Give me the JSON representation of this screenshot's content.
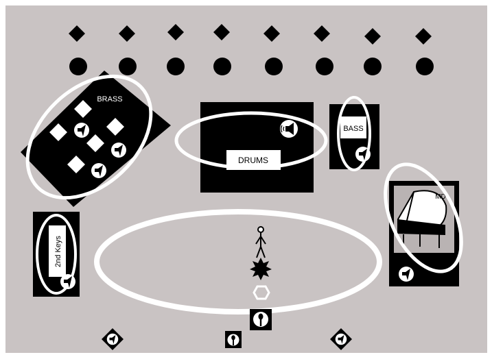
{
  "labels": {
    "brass": "BRASS",
    "drums": "DRUMS",
    "bass": "BASS",
    "md": "MD",
    "second_keys": "2nd Keys"
  },
  "colors": {
    "background": "#c9c3c3",
    "riser": "#000000",
    "outline": "#ffffff"
  },
  "icons": {
    "lights_diamond": "diamond-icon",
    "lights_circle": "circle-icon",
    "monitor": "monitor-speaker-icon",
    "microphone": "microphone-icon",
    "performer": "stick-figure-icon",
    "di_box": "hexagon-icon",
    "piano": "grand-piano-icon"
  }
}
